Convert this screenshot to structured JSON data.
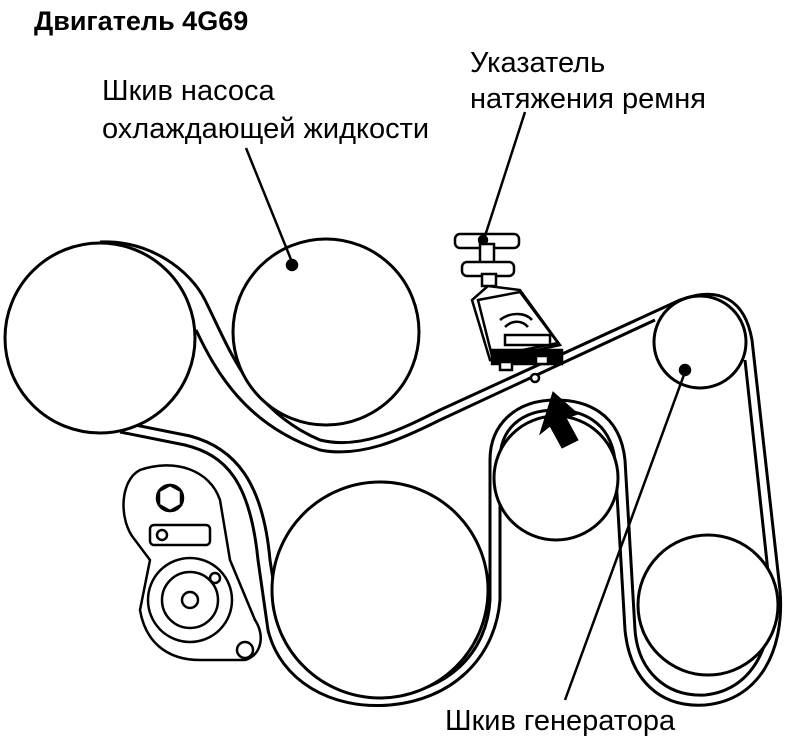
{
  "title": "Двигатель 4G69",
  "labels": {
    "pump_line1": "Шкив насоса",
    "pump_line2": "охлаждающей жидкости",
    "gauge_line1": "Указатель",
    "gauge_line2": "натяжения ремня",
    "alternator": "Шкив генератора"
  }
}
